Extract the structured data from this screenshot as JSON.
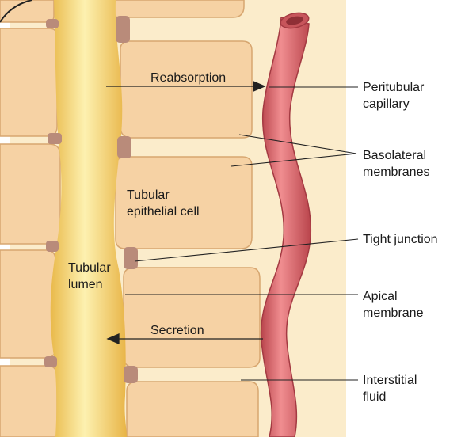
{
  "diagram": {
    "labels": {
      "reabsorption": "Reabsorption",
      "secretion": "Secretion",
      "epithelial_cell": [
        "Tubular",
        "epithelial cell"
      ],
      "lumen": [
        "Tubular",
        "lumen"
      ],
      "peritubular_capillary": [
        "Peritubular",
        "capillary"
      ],
      "basolateral_membranes": [
        "Basolateral",
        "membranes"
      ],
      "tight_junction": "Tight junction",
      "apical_membrane": [
        "Apical",
        "membrane"
      ],
      "interstitial_fluid": [
        "Interstitial",
        "fluid"
      ]
    },
    "colors": {
      "interstitial_background": "#fbeccb",
      "cell_fill": "#f6d2a4",
      "cell_stroke": "#d7a670",
      "lumen": "#f3cf62",
      "lumen_highlight": "#fdf1b0",
      "capillary": "#e06b70",
      "capillary_dark": "#b9454c",
      "junction": "#b98b7a"
    }
  }
}
